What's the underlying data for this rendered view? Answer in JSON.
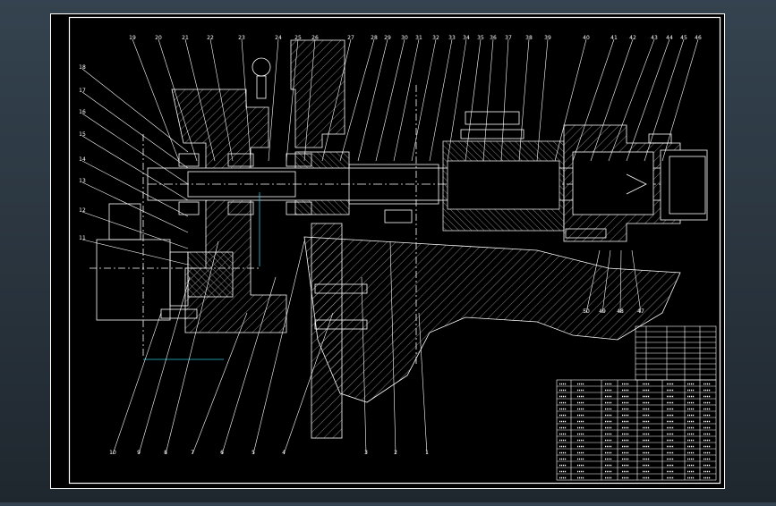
{
  "drawing": {
    "part_labels_top": [
      "19",
      "20",
      "21",
      "22",
      "23",
      "24",
      "25",
      "26",
      "27",
      "28",
      "29",
      "30",
      "31",
      "32",
      "33",
      "34",
      "35",
      "36",
      "37",
      "38",
      "39",
      "40",
      "41",
      "42",
      "43",
      "44",
      "45",
      "46"
    ],
    "part_labels_left": [
      "18",
      "17",
      "16",
      "15",
      "14",
      "13",
      "12",
      "11"
    ],
    "part_labels_bottom": [
      "10",
      "9",
      "8",
      "7",
      "6",
      "5",
      "4",
      "3",
      "2",
      "1"
    ],
    "part_labels_right": [
      "50",
      "49",
      "48",
      "47"
    ]
  },
  "colors": {
    "sheet": "#000000",
    "border": "#ffffff",
    "lines": "#ffffff",
    "cyan": "#28c8d8",
    "hatch": "#bfbfbf"
  }
}
